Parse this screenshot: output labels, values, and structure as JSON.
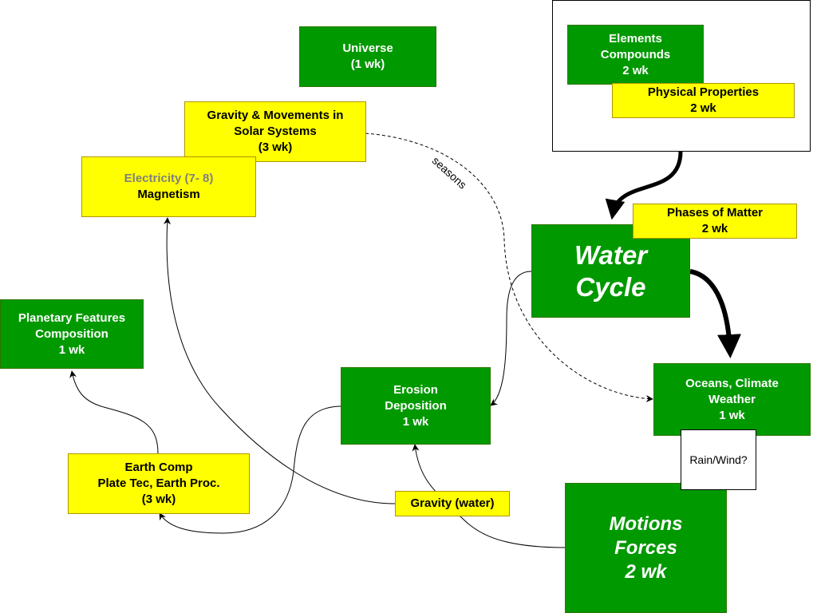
{
  "colors": {
    "green_fill": "#009900",
    "green_border": "#2D7600",
    "yellow_fill": "#ffff00",
    "yellow_border": "#B09500",
    "muted_text": "#808080"
  },
  "nodes": {
    "universe": {
      "lines": [
        "Universe",
        "(1 wk)"
      ]
    },
    "gravity_solar": {
      "lines": [
        "Gravity & Movements in",
        "Solar Systems",
        "(3 wk)"
      ]
    },
    "electricity": {
      "line1": "Electricity (7- 8)",
      "line2": "Magnetism"
    },
    "elements": {
      "lines": [
        "Elements",
        "Compounds",
        "2 wk"
      ]
    },
    "physical_properties": {
      "lines": [
        "Physical Properties",
        "2 wk"
      ]
    },
    "phases_of_matter": {
      "lines": [
        "Phases of Matter",
        "2 wk"
      ]
    },
    "water_cycle": {
      "lines": [
        "Water",
        "Cycle"
      ]
    },
    "planetary": {
      "lines": [
        "Planetary Features",
        "Composition",
        "1 wk"
      ]
    },
    "erosion": {
      "lines": [
        "Erosion",
        "Deposition",
        "1 wk"
      ]
    },
    "oceans": {
      "lines": [
        "Oceans, Climate",
        "Weather",
        "1 wk"
      ]
    },
    "rain_wind": {
      "text": "Rain/Wind?"
    },
    "earth_comp": {
      "lines": [
        "Earth Comp",
        "Plate Tec, Earth Proc.",
        "(3 wk)"
      ]
    },
    "gravity_water": {
      "lines": [
        "Gravity (water)"
      ]
    },
    "motions": {
      "lines": [
        "Motions",
        "Forces",
        "2 wk"
      ]
    }
  },
  "edge_labels": {
    "seasons": "seasons"
  }
}
